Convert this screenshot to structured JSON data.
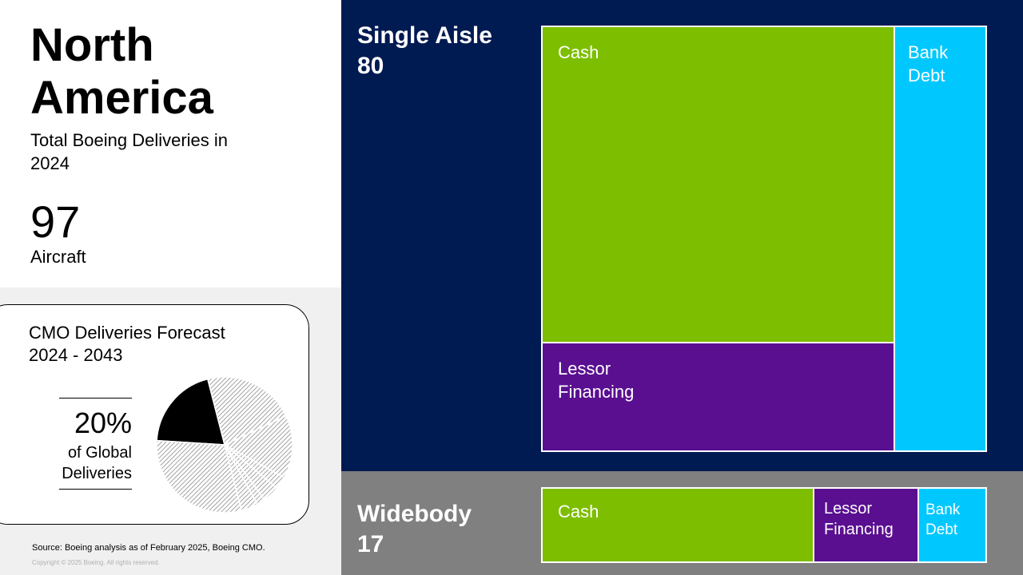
{
  "region": {
    "title": "North America",
    "subtitle": "Total Boeing Deliveries in 2024",
    "total_value": "97",
    "total_unit": "Aircraft"
  },
  "forecast": {
    "title": "CMO Deliveries Forecast 2024 - 2043",
    "share_value": "20%",
    "share_label": "of Global Deliveries"
  },
  "footer": {
    "source": "Source: Boeing analysis as of February 2025, Boeing CMO.",
    "copyright": "Copyright © 2025 Boeing. All rights reserved."
  },
  "colors": {
    "cash": "#7dbe00",
    "lessor_financing": "#5a0f91",
    "bank_debt": "#00c8ff",
    "single_aisle_bg": "#001a52",
    "widebody_bg": "#808080",
    "pie_highlight": "#000000",
    "pie_other": "#e6e6e6"
  },
  "chart_data": [
    {
      "type": "treemap",
      "groups": [
        {
          "label": "Single Aisle",
          "value": 80,
          "segments": [
            {
              "label": "Cash",
              "share": 0.62
            },
            {
              "label": "Lessor Financing",
              "share": 0.17
            },
            {
              "label": "Bank Debt",
              "share": 0.21
            }
          ]
        },
        {
          "label": "Widebody",
          "value": 17,
          "segments": [
            {
              "label": "Cash",
              "share": 0.61
            },
            {
              "label": "Lessor Financing",
              "share": 0.23
            },
            {
              "label": "Bank Debt",
              "share": 0.16
            }
          ]
        }
      ]
    },
    {
      "type": "pie",
      "slices": [
        {
          "label": "North America",
          "value": 20,
          "highlight": true
        },
        {
          "label": "",
          "value": 22
        },
        {
          "label": "",
          "value": 15
        },
        {
          "label": "",
          "value": 3
        },
        {
          "label": "",
          "value": 4
        },
        {
          "label": "",
          "value": 2
        },
        {
          "label": "",
          "value": 4
        },
        {
          "label": "",
          "value": 30
        }
      ]
    }
  ]
}
